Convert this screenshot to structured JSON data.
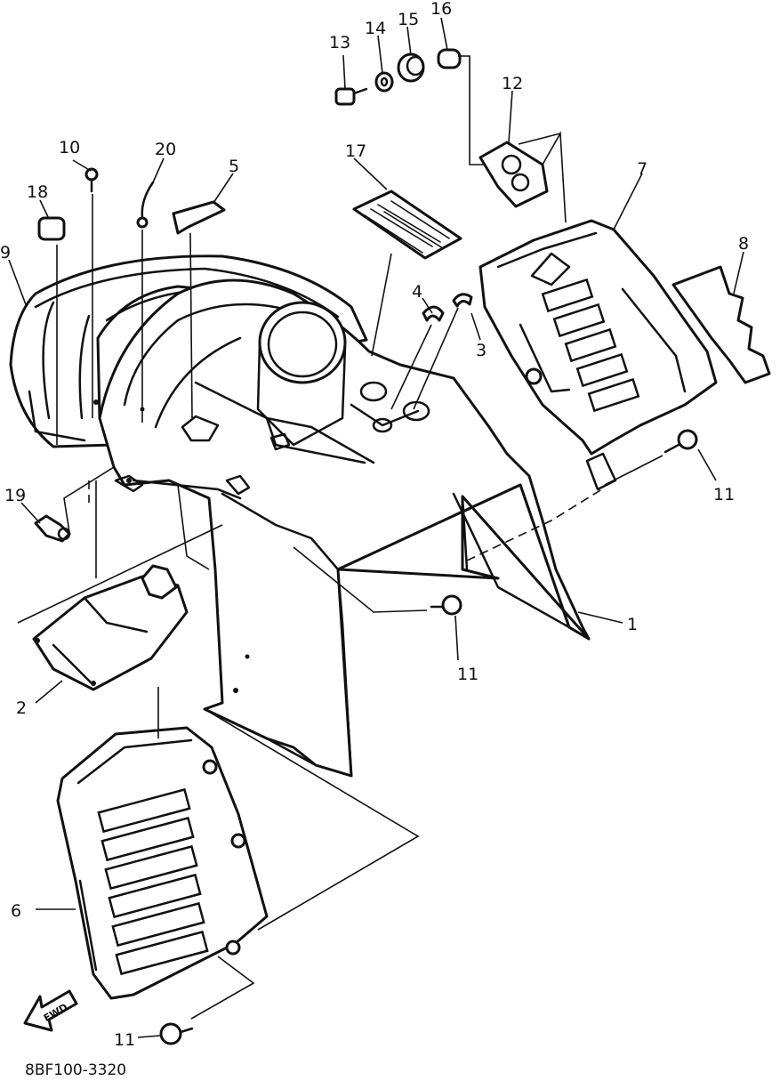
{
  "diagram": {
    "drawing_code": "8BF100-3320",
    "direction_arrow": "FWD",
    "callouts": {
      "c1": "1",
      "c2": "2",
      "c3": "3",
      "c4": "4",
      "c5": "5",
      "c6": "6",
      "c7": "7",
      "c8": "8",
      "c9": "9",
      "c10": "10",
      "c11a": "11",
      "c11b": "11",
      "c11c": "11",
      "c12": "12",
      "c13": "13",
      "c14": "14",
      "c15": "15",
      "c16": "16",
      "c17": "17",
      "c18": "18",
      "c19": "19",
      "c20": "20"
    }
  }
}
